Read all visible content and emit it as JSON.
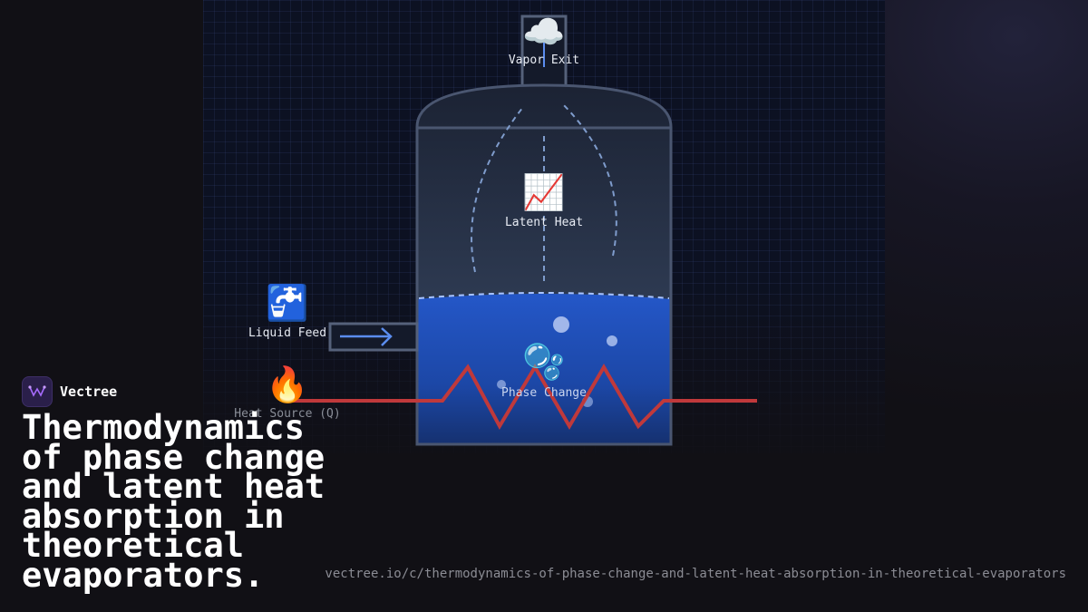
{
  "brand": {
    "name": "Vectree"
  },
  "title": "Thermodynamics of phase change and latent heat absorption in theoretical evaporators.",
  "url": "vectree.io/c/thermodynamics-of-phase-change-and-latent-heat-absorption-in-theoretical-evaporators",
  "diagram": {
    "labels": {
      "vapor_exit": "Vapor Exit",
      "latent_heat": "Latent Heat",
      "liquid_feed": "Liquid Feed",
      "phase_change": "Phase Change",
      "heat_source": "Heat Source (Q)"
    },
    "icons": {
      "vapor": "☁️",
      "latent": "📈",
      "feed": "🚰",
      "phase": "🫧",
      "heat": "🔥"
    },
    "colors": {
      "liquid": "#1f4fb8",
      "heater": "#c0393b",
      "feed_arrow": "#5b8def",
      "vessel_stroke": "#4a5670",
      "brand_accent": "#a66bff"
    }
  }
}
